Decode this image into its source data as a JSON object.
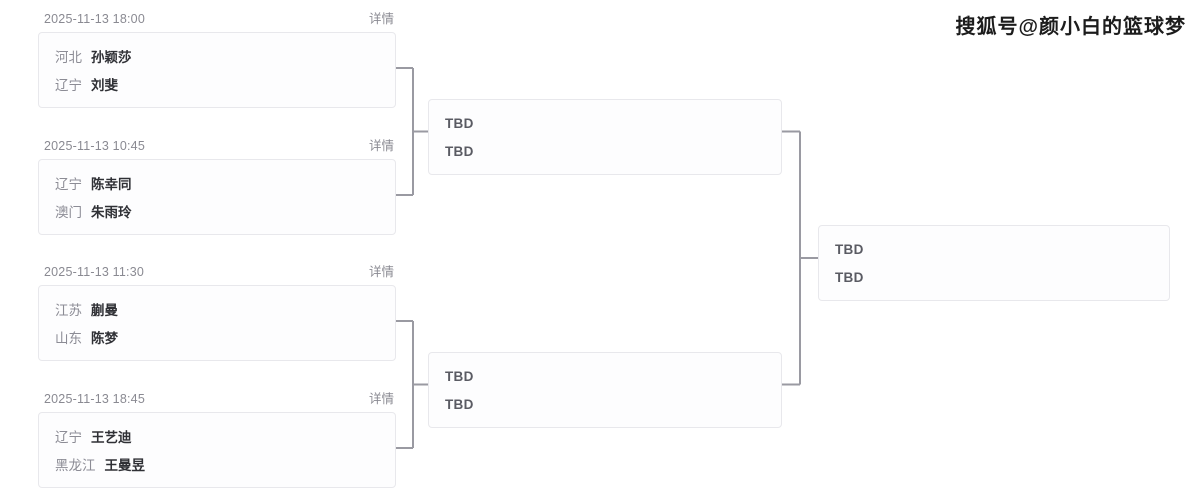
{
  "watermark": {
    "text": "搜狐号@颜小白的篮球梦"
  },
  "labels": {
    "detail": "详情",
    "tbd": "TBD"
  },
  "bracket": {
    "rounds": [
      {
        "name": "round-of-8",
        "matches": [
          {
            "date": "2025-11-13  18:00",
            "detail": "详情",
            "teams": [
              {
                "region": "河北",
                "player": "孙颖莎"
              },
              {
                "region": "辽宁",
                "player": "刘斐"
              }
            ]
          },
          {
            "date": "2025-11-13  10:45",
            "detail": "详情",
            "teams": [
              {
                "region": "辽宁",
                "player": "陈幸同"
              },
              {
                "region": "澳门",
                "player": "朱雨玲"
              }
            ]
          },
          {
            "date": "2025-11-13  11:30",
            "detail": "详情",
            "teams": [
              {
                "region": "江苏",
                "player": "蒯曼"
              },
              {
                "region": "山东",
                "player": "陈梦"
              }
            ]
          },
          {
            "date": "2025-11-13  18:45",
            "detail": "详情",
            "teams": [
              {
                "region": "辽宁",
                "player": "王艺迪"
              },
              {
                "region": "黑龙江",
                "player": "王曼昱"
              }
            ]
          }
        ]
      },
      {
        "name": "semifinal",
        "matches": [
          {
            "teams": [
              {
                "player": "TBD"
              },
              {
                "player": "TBD"
              }
            ]
          },
          {
            "teams": [
              {
                "player": "TBD"
              },
              {
                "player": "TBD"
              }
            ]
          }
        ]
      },
      {
        "name": "final",
        "matches": [
          {
            "teams": [
              {
                "player": "TBD"
              },
              {
                "player": "TBD"
              }
            ]
          }
        ]
      }
    ]
  },
  "colors": {
    "card_border": "#e8e8ec",
    "card_background": "#fdfdfe",
    "connector": "#9a9aa2",
    "muted_text": "#8a8a92",
    "player_text": "#2f3035",
    "tbd_text": "#5a5b63"
  }
}
